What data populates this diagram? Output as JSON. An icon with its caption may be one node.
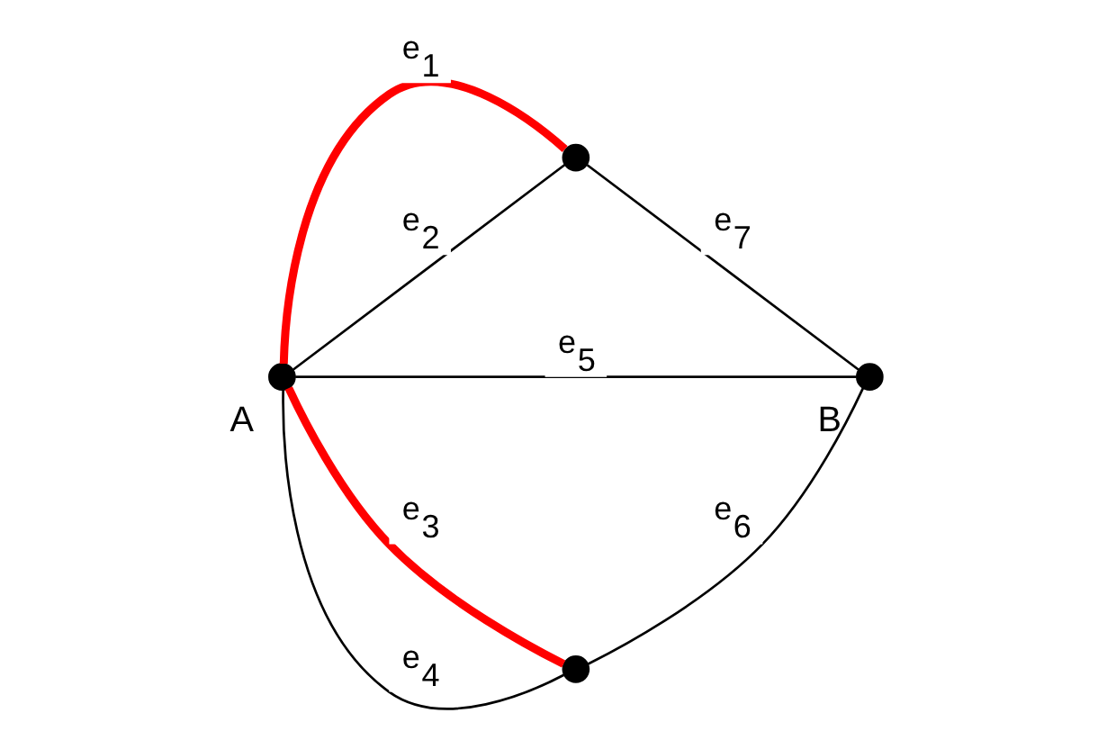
{
  "diagram": {
    "nodes": [
      {
        "text": [],
        "shape": "circle",
        "beside": [
          "A"
        ]
      },
      {
        "text": [],
        "shape": "circle"
      },
      {
        "text": [],
        "shape": "circle",
        "beside": [
          "B"
        ]
      },
      {
        "text": [],
        "shape": "circle"
      }
    ],
    "edges": [
      {
        "from": 0,
        "to": 1,
        "arrow": "none",
        "label": "e$_{1}$",
        "style": "thick",
        "color": "#ff0000"
      },
      {
        "from": 0,
        "to": 1,
        "arrow": "none",
        "label": "e$_{2}$"
      },
      {
        "from": 0,
        "to": 3,
        "arrow": "none",
        "label": "e$_{3}$",
        "style": "thick",
        "color": "#ff0000"
      },
      {
        "from": 0,
        "to": 3,
        "arrow": "none",
        "label": "e$_{4}$"
      },
      {
        "from": 0,
        "to": 2,
        "arrow": "none",
        "label": "e$_{5}$"
      },
      {
        "from": 3,
        "to": 2,
        "arrow": "none",
        "label": "e$_{6}$"
      },
      {
        "from": 1,
        "to": 2,
        "arrow": "none",
        "label": "e$_{7}$"
      }
    ]
  }
}
